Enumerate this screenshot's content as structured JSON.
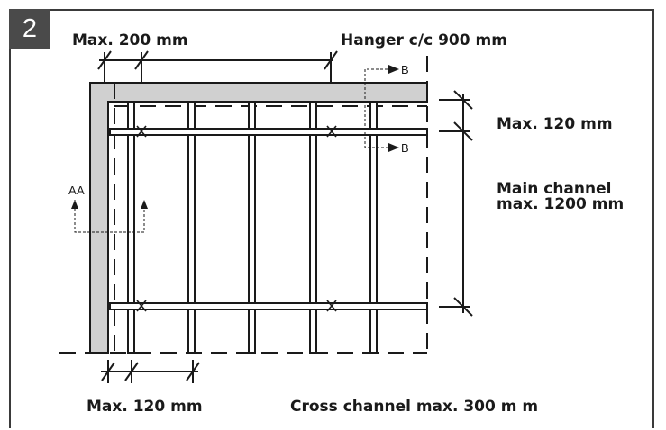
{
  "figure": {
    "step_number": "2",
    "labels": {
      "max_200": "Max. 200 mm",
      "hanger": "Hanger c/c 900 mm",
      "max_120_right": "Max. 120 mm",
      "main_channel_line1": "Main channel",
      "main_channel_line2": "max. 1200 mm",
      "max_120_bottom": "Max. 120 mm",
      "cross_channel": "Cross channel max. 300 m m"
    },
    "section_markers": {
      "a_left": "A",
      "a_right": "A",
      "b_top": "B",
      "b_bottom": "B"
    }
  },
  "colors": {
    "frame": "#3a3a3a",
    "badge": "#4a4a4a",
    "wall_fill": "#d0d0d0",
    "line": "#1a1a1a",
    "channel_fill": "#ffffff"
  }
}
